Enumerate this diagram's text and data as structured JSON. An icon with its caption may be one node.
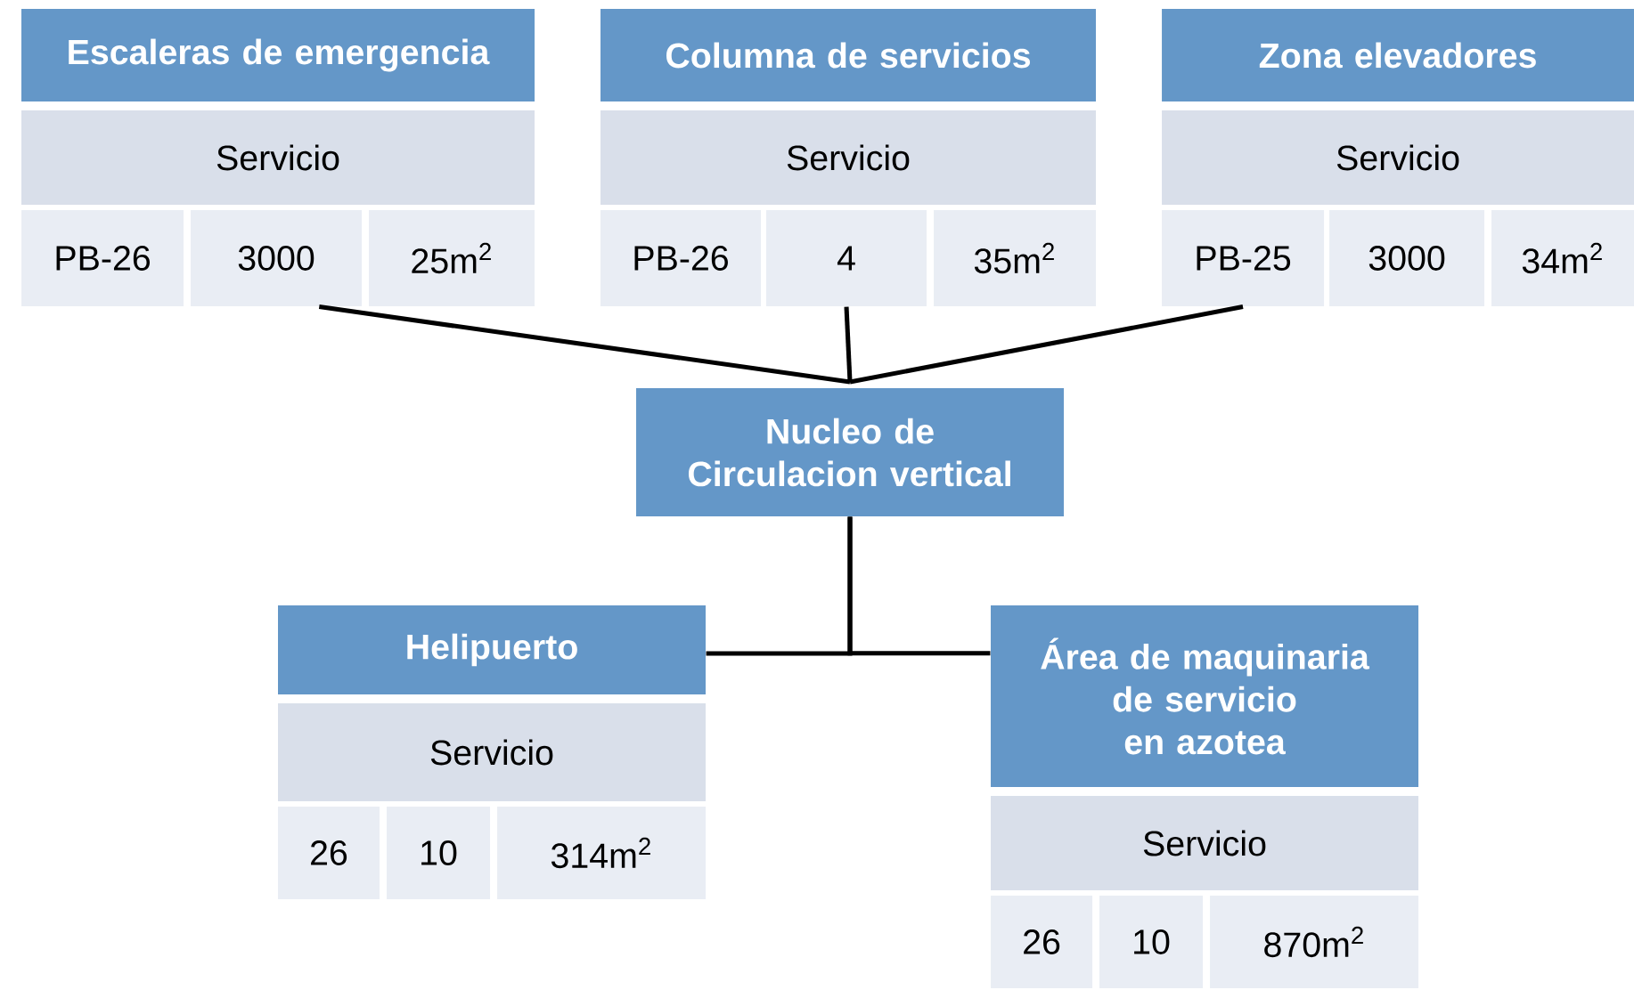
{
  "diagram": {
    "nodes": [
      {
        "text": [
          "Escaleras de emergencia"
        ]
      },
      {
        "text": [
          "Servicio"
        ]
      },
      {
        "text": [
          "PB-26"
        ]
      },
      {
        "text": [
          "3000"
        ]
      },
      {
        "text": [
          "25m$^{2}$"
        ]
      },
      {
        "text": [
          "Columna de servicios"
        ]
      },
      {
        "text": [
          "Servicio"
        ]
      },
      {
        "text": [
          "PB-26"
        ]
      },
      {
        "text": [
          "4"
        ]
      },
      {
        "text": [
          "35m$^{2}$"
        ]
      },
      {
        "text": [
          "Zona elevadores"
        ]
      },
      {
        "text": [
          "Servicio"
        ]
      },
      {
        "text": [
          "PB-25"
        ]
      },
      {
        "text": [
          "3000"
        ]
      },
      {
        "text": [
          "34m$^{2}$"
        ]
      },
      {
        "text": [
          "Nucleo de Circulacion vertical"
        ]
      },
      {
        "text": [
          "Helipuerto"
        ]
      },
      {
        "text": [
          "Servicio"
        ]
      },
      {
        "text": [
          "26"
        ]
      },
      {
        "text": [
          "10"
        ]
      },
      {
        "text": [
          "314m$^{2}$"
        ]
      },
      {
        "text": [
          "Área de maquinaria de servicio en azotea"
        ]
      },
      {
        "text": [
          "Servicio"
        ]
      },
      {
        "text": [
          "26"
        ]
      },
      {
        "text": [
          "10"
        ]
      },
      {
        "text": [
          "870m$^{2}$"
        ]
      }
    ],
    "edges": [
      {
        "from": 15,
        "to": 3,
        "arrow": "none"
      },
      {
        "from": 15,
        "to": 8,
        "arrow": "none"
      },
      {
        "from": 15,
        "to": 12,
        "arrow": "none"
      },
      {
        "from": 15,
        "to": 16,
        "arrow": "none"
      },
      {
        "from": 15,
        "to": 21,
        "arrow": "none"
      }
    ]
  }
}
